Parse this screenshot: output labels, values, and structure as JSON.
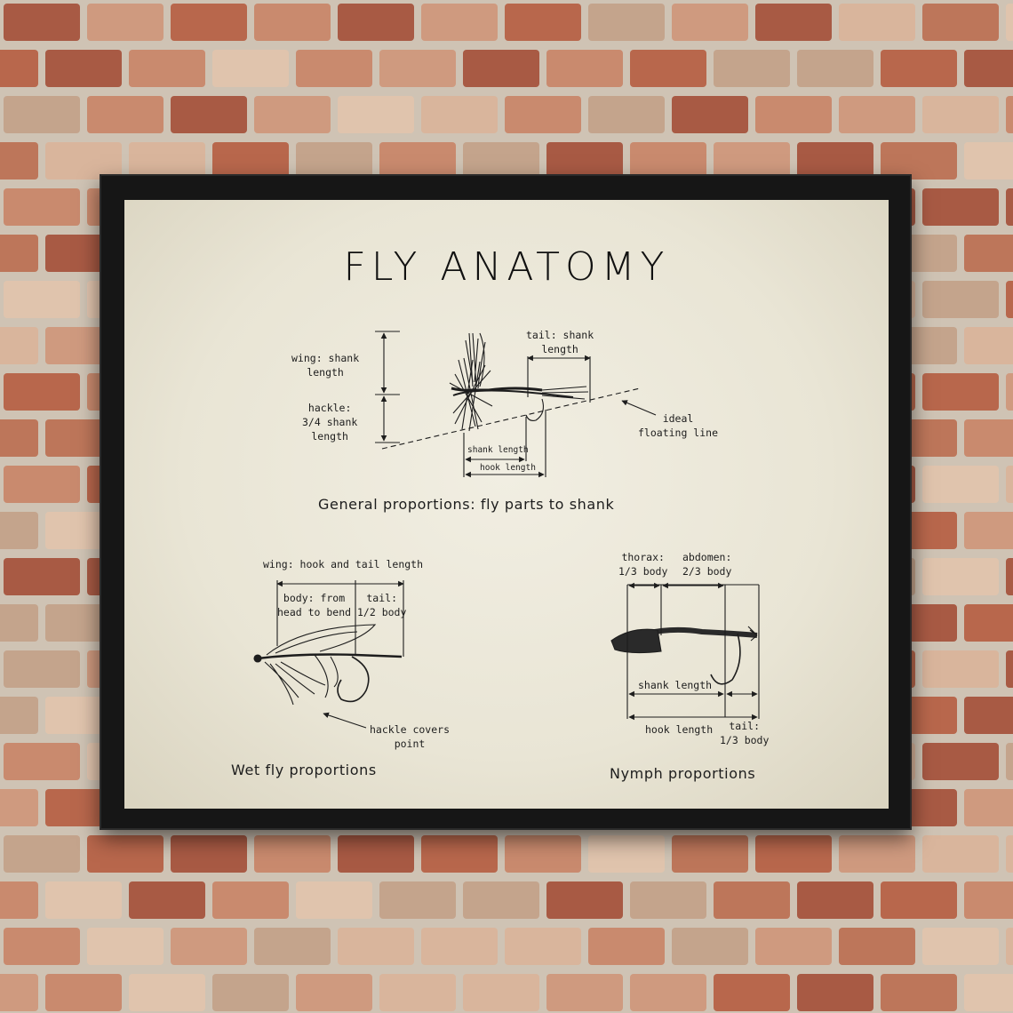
{
  "poster": {
    "title": "FLY ANATOMY",
    "dry_fly": {
      "wing_label": "wing: shank\nlength",
      "hackle_label": "hackle:\n3/4 shank\nlength",
      "tail_label": "tail: shank\nlength",
      "floating_line_label": "ideal\nfloating line",
      "shank_length_label": "shank length",
      "hook_length_label": "hook length",
      "caption": "General proportions: fly parts to shank"
    },
    "wet_fly": {
      "wing_label": "wing: hook and tail length",
      "body_label": "body: from\nhead to bend",
      "tail_label": "tail:\n1/2 body",
      "hackle_label": "hackle covers\npoint",
      "caption": "Wet fly proportions"
    },
    "nymph": {
      "thorax_label": "thorax:\n1/3 body",
      "abdomen_label": "abdomen:\n2/3 body",
      "shank_length_label": "shank length",
      "hook_length_label": "hook length",
      "tail_label": "tail:\n1/3 body",
      "caption": "Nymph proportions"
    }
  },
  "colors": {
    "frame": "#161616",
    "paper": "#ece8d9",
    "ink": "#1d1d1d",
    "brick": "#b8674c",
    "mortar": "#cfc3b4"
  }
}
